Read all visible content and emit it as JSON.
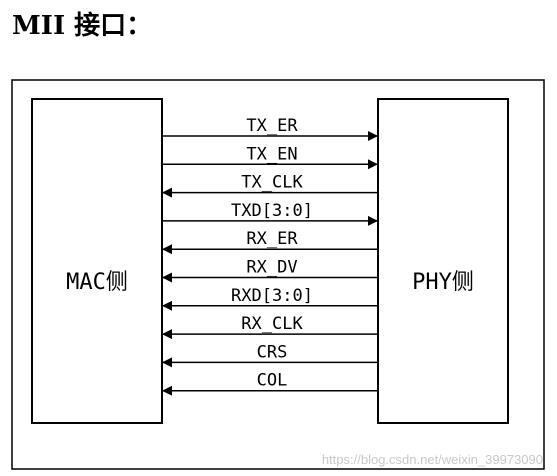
{
  "heading": "MII 接口：",
  "mac_label": "MAC侧",
  "phy_label": "PHY侧",
  "signals": [
    {
      "name": "TX_ER",
      "direction": "mac-to-phy"
    },
    {
      "name": "TX_EN",
      "direction": "mac-to-phy"
    },
    {
      "name": "TX_CLK",
      "direction": "phy-to-mac"
    },
    {
      "name": "TXD[3:0]",
      "direction": "mac-to-phy"
    },
    {
      "name": "RX_ER",
      "direction": "phy-to-mac"
    },
    {
      "name": "RX_DV",
      "direction": "phy-to-mac"
    },
    {
      "name": "RXD[3:0]",
      "direction": "phy-to-mac"
    },
    {
      "name": "RX_CLK",
      "direction": "phy-to-mac"
    },
    {
      "name": "CRS",
      "direction": "phy-to-mac"
    },
    {
      "name": "COL",
      "direction": "phy-to-mac"
    }
  ],
  "watermark": "https://blog.csdn.net/weixin_39973090",
  "colors": {
    "stroke": "#000000",
    "watermark": "#c8c8c8"
  }
}
